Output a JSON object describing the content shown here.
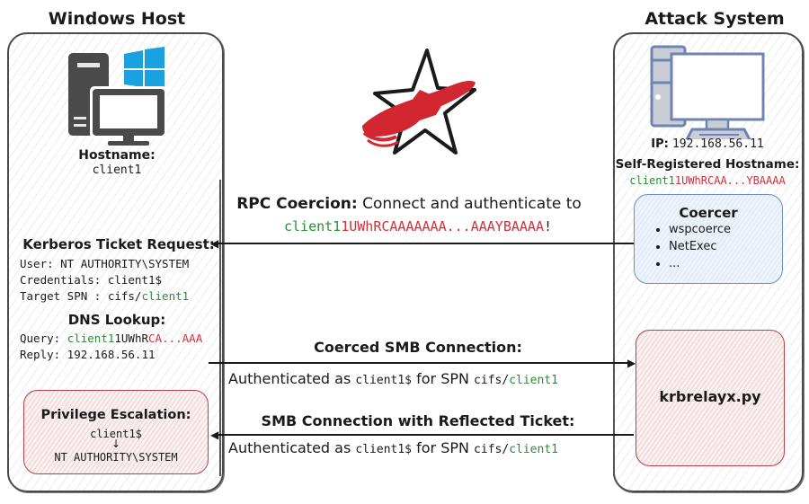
{
  "windows_host": {
    "title": "Windows Host",
    "hostname_label": "Hostname:",
    "hostname": "client1",
    "kerberos": {
      "heading": "Kerberos Ticket Request:",
      "user": "User: NT AUTHORITY\\SYSTEM",
      "credentials": "Credentials: client1$",
      "spn_prefix": "Target SPN : cifs/",
      "spn_host": "client1"
    },
    "dns": {
      "heading": "DNS Lookup:",
      "query_prefix": "Query: ",
      "query_green": "client1",
      "query_black": "1UWhR",
      "query_red": "CA...AAA",
      "reply": "Reply: 192.168.56.11"
    },
    "privesc": {
      "heading": "Privilege Escalation:",
      "from": "client1$",
      "arrow": "↓",
      "to": "NT AUTHORITY\\SYSTEM"
    }
  },
  "attack_system": {
    "title": "Attack System",
    "ip_label": "IP:",
    "ip": "192.168.56.11",
    "hostname_label": "Self-Registered Hostname:",
    "hostname_green": "client1",
    "hostname_red": "1UWhRCAA...YBAAAA",
    "coercer": {
      "heading": "Coercer",
      "items": [
        "wspcoerce",
        "NetExec",
        "..."
      ]
    },
    "relay_tool": "krbrelayx.py"
  },
  "flows": {
    "rpc": {
      "heading": "RPC Coercion:",
      "text": " Connect and authenticate to",
      "target_green": "client1",
      "target_red": "1UWhRCAAAAAAA...AAAYBAAAA",
      "suffix": "!"
    },
    "smb_coerced": {
      "heading": "Coerced SMB Connection:",
      "auth_prefix": "Authenticated as ",
      "account": "client1$",
      "mid": " for SPN ",
      "spn_prefix": "cifs/",
      "spn_host": "client1"
    },
    "smb_reflected": {
      "heading": "SMB Connection with Reflected Ticket:",
      "auth_prefix": "Authenticated as ",
      "account": "client1$",
      "mid": " for SPN ",
      "spn_prefix": "cifs/",
      "spn_host": "client1"
    }
  },
  "colors": {
    "green": "#2e8b3a",
    "red": "#d2303a",
    "windows_blue": "#1aa1e0",
    "attack_pc": "#6f84b3",
    "logo_red": "#d22630"
  }
}
